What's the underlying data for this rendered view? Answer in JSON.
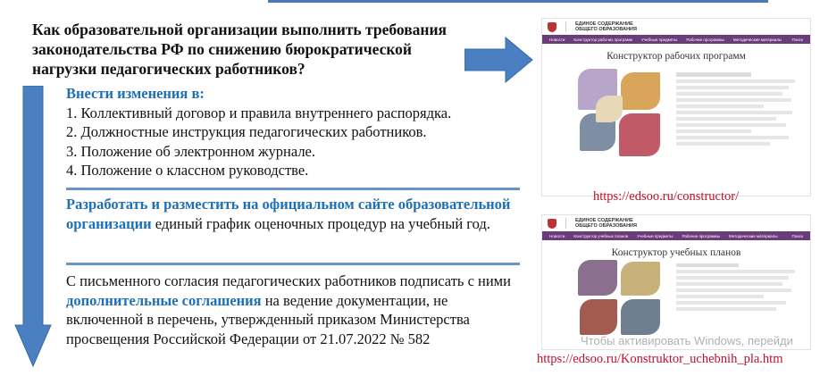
{
  "question": "Как образовательной организации выполнить требования законодательства РФ по снижению бюрократической нагрузки педагогических работников?",
  "section1": {
    "heading": "Внести изменения в:",
    "items": [
      "1. Коллективный договор и правила внутреннего распорядка.",
      "2. Должностные инструкция педагогических работников.",
      "3. Положение об электронном журнале.",
      "4. Положение о классном руководстве."
    ]
  },
  "section2": {
    "highlight": "Разработать и разместить на официальном сайте образовательной организации",
    "rest": " единый график оценочных процедур на учебный год."
  },
  "section3": {
    "before": "С письменного согласия педагогических работников подписать с ними ",
    "highlight": "дополнительные соглашения",
    "after": " на ведение документации, не включенной в перечень, утвержденный приказом Министерства просвещения Российской Федерации от 21.07.2022 № 582"
  },
  "screenshot1": {
    "logo": "ЕДИНОЕ СОДЕРЖАНИЕ ОБЩЕГО ОБРАЗОВАНИЯ",
    "nav": [
      "Новости",
      "Конструктор рабочих программ",
      "Учебные предметы",
      "Рабочие программы",
      "Методические материалы",
      "Поиск"
    ],
    "title": "Конструктор рабочих программ",
    "link": "https://edsoo.ru/constructor/"
  },
  "screenshot2": {
    "logo": "ЕДИНОЕ СОДЕРЖАНИЕ ОБЩЕГО ОБРАЗОВАНИЯ",
    "nav": [
      "Новости",
      "Конструктор учебных планов",
      "Учебные предметы",
      "Рабочие программы",
      "Методические материалы",
      "Поиск"
    ],
    "title": "Конструктор учебных планов",
    "link": "https://edsoo.ru/Konstruktor_uchebnih_pla.htm"
  },
  "watermark": "Чтобы активировать Windows, перейди",
  "colors": {
    "accent": "#1f6fb5",
    "arrow": "#4a7fc1",
    "link": "#c0102a",
    "nav": "#6b3b7c"
  }
}
